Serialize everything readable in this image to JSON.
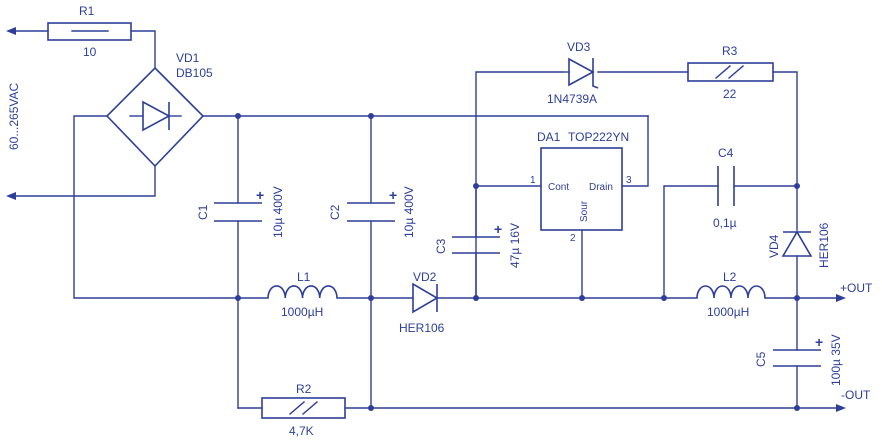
{
  "input": {
    "voltage": "60...265VAC"
  },
  "r1": {
    "ref": "R1",
    "value": "10"
  },
  "vd1": {
    "ref": "VD1",
    "part": "DB105"
  },
  "c1": {
    "ref": "C1",
    "value": "10µ 400V",
    "plus": "+"
  },
  "c2": {
    "ref": "C2",
    "value": "10µ 400V",
    "plus": "+"
  },
  "c3": {
    "ref": "C3",
    "value": "47µ 16V",
    "plus": "+"
  },
  "vd3": {
    "ref": "VD3",
    "part": "1N4739A"
  },
  "r3": {
    "ref": "R3",
    "value": "22"
  },
  "da1": {
    "ref": "DA1",
    "part": "TOP222YN",
    "pin_cont": "Cont",
    "pin_drain": "Drain",
    "pin_sour": "Sour",
    "pin1": "1",
    "pin2": "2",
    "pin3": "3"
  },
  "c4": {
    "ref": "C4",
    "value": "0,1µ"
  },
  "vd4": {
    "ref": "VD4",
    "part": "HER106"
  },
  "l1": {
    "ref": "L1",
    "value": "1000µH"
  },
  "vd2": {
    "ref": "VD2",
    "part": "HER106"
  },
  "l2": {
    "ref": "L2",
    "value": "1000µH"
  },
  "r2": {
    "ref": "R2",
    "value": "4,7K"
  },
  "c5": {
    "ref": "C5",
    "value": "100µ 35V",
    "plus": "+"
  },
  "outputs": {
    "plus": "+OUT",
    "minus": "-OUT"
  }
}
